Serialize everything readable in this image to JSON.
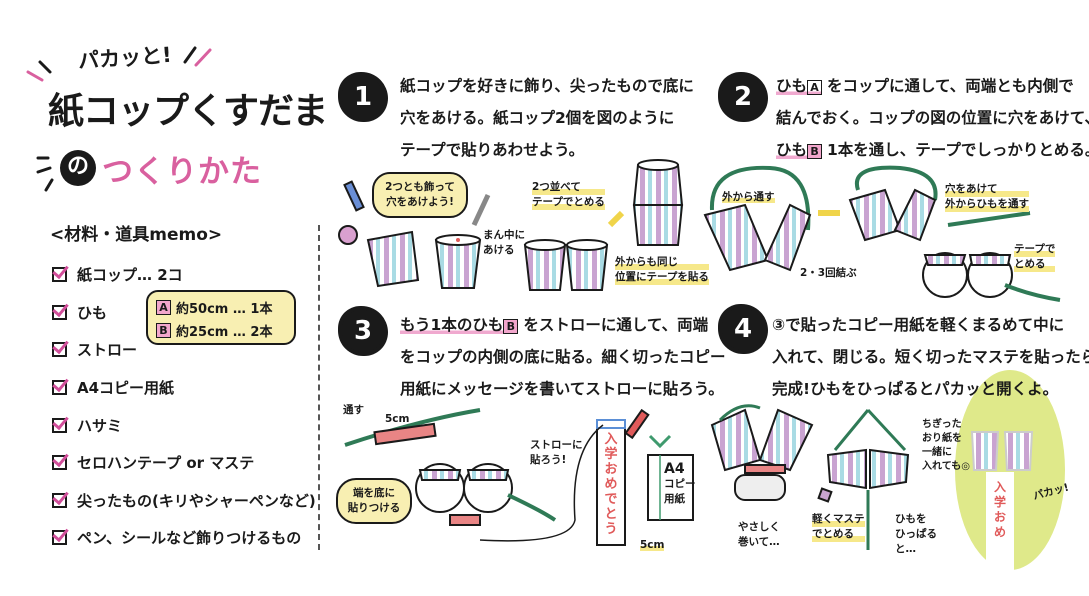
{
  "header": {
    "kicker": "パカッと!",
    "title": "紙コップくすだま",
    "no": "の",
    "subtitle": "つくりかた"
  },
  "materials": {
    "heading": "<材料・道具memo>",
    "items": [
      "紙コップ… 2コ",
      "ひも",
      "ストロー",
      "A4コピー用紙",
      "ハサミ",
      "セロハンテープ or マステ",
      "尖ったもの(キリやシャーペンなど)",
      "ペン、シールなど飾りつけるもの"
    ],
    "string_note": [
      {
        "tag": "A",
        "text": "約50cm … 1本"
      },
      {
        "tag": "B",
        "text": "約25cm … 2本"
      }
    ]
  },
  "steps": [
    {
      "number": "1",
      "lines": [
        "紙コップを好きに飾り、尖ったもので底に",
        "穴をあける。紙コップ2個を図のように",
        "テープで貼りあわせよう。"
      ],
      "labels": [
        "2つとも飾って",
        "穴をあけよう!",
        "まん中に",
        "あける",
        "2つ並べて",
        "テープでとめる",
        "外からも同じ",
        "位置にテープを貼る"
      ]
    },
    {
      "number": "2",
      "line1_a": "ひも",
      "line1_tag": "A",
      "line1_b": "をコップに通して、両端とも内側で",
      "line2": "結んでおく。コップの図の位置に穴をあけて、",
      "line3_a": "ひも",
      "line3_tag": "B",
      "line3_b": "1本を通し、テープでしっかりとめる。",
      "labels": [
        "外から通す",
        "2・3回結ぶ",
        "穴をあけて",
        "外からひもを通す",
        "テープで",
        "とめる"
      ]
    },
    {
      "number": "3",
      "line1_a": "もう1本のひも",
      "line1_tag": "B",
      "line1_b": "をストローに通して、両端",
      "line2": "をコップの内側の底に貼る。細く切ったコピー",
      "line3": "用紙にメッセージを書いてストローに貼ろう。",
      "labels": [
        "通す",
        "5cm",
        "ストローに",
        "貼ろう!",
        "端を底に",
        "貼りつける",
        "入学おめでとう",
        "A4",
        "コピー",
        "用紙",
        "5cm"
      ]
    },
    {
      "number": "4",
      "lines": [
        "③で貼ったコピー用紙を軽くまるめて中に",
        "入れて、閉じる。短く切ったマステを貼ったら",
        "完成!ひもをひっぱるとパカッと開くよ。"
      ],
      "labels": [
        "やさしく",
        "巻いて…",
        "軽くマステ",
        "でとめる",
        "ひもを",
        "ひっぱる",
        "と…",
        "ちぎった",
        "おり紙を",
        "一緒に",
        "入れても◎",
        "パカッ!",
        "入学おめ"
      ]
    }
  ],
  "colors": {
    "pink": "#d9609f",
    "yellow": "#f8efb2",
    "green": "#3f9a6e",
    "cup_lilac": "#c9a3d1",
    "cup_blue": "#a9dbe4",
    "red": "#e05a5a",
    "photo_bg": "#dfe98a"
  }
}
